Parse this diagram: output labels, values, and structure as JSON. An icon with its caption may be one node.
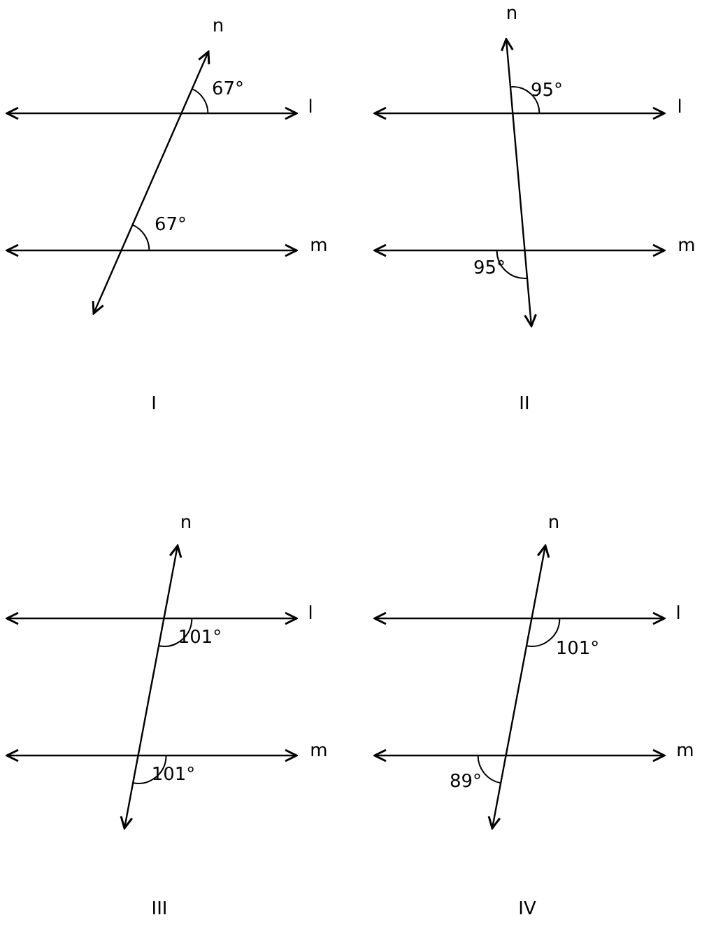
{
  "diagram": {
    "labels": [
      "n",
      "67°",
      "l",
      "67°",
      "m",
      "I",
      "n",
      "95°",
      "l",
      "m",
      "95°",
      "II",
      "n",
      "l",
      "101°",
      "m",
      "101°",
      "III",
      "n",
      "l",
      "101°",
      "m",
      "89°",
      "IV"
    ]
  }
}
